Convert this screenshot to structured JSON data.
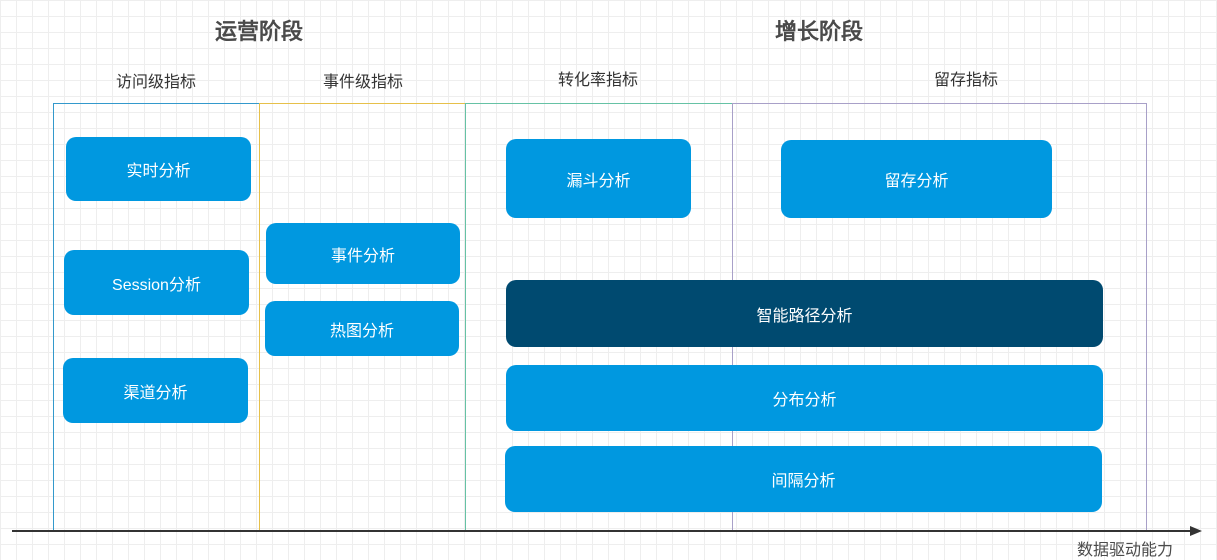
{
  "colors": {
    "card": "#0098e0",
    "card_dark": "#004a70",
    "border_visit": "#3399cc",
    "border_event": "#e6c04a",
    "border_conversion": "#66c2a5",
    "border_retention": "#a8a0c8",
    "axis": "#333333"
  },
  "stages": {
    "operation": "运营阶段",
    "growth": "增长阶段"
  },
  "columns": {
    "visit": "访问级指标",
    "event": "事件级指标",
    "conversion": "转化率指标",
    "retention": "留存指标"
  },
  "cards": {
    "realtime": "实时分析",
    "session": "Session分析",
    "channel": "渠道分析",
    "event": "事件分析",
    "heatmap": "热图分析",
    "funnel": "漏斗分析",
    "retention": "留存分析",
    "smart_path": "智能路径分析",
    "distribution": "分布分析",
    "interval": "间隔分析"
  },
  "axis": {
    "label": "数据驱动能力"
  }
}
